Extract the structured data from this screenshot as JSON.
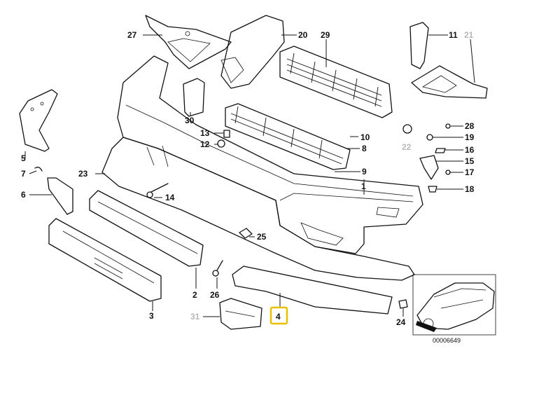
{
  "callouts": {
    "c27": "27",
    "c20": "20",
    "c29": "29",
    "c11": "11",
    "c21": "21",
    "c30": "30",
    "c13": "13",
    "c12": "12",
    "c10": "10",
    "c8": "8",
    "c28": "28",
    "c19": "19",
    "c22": "22",
    "c16": "16",
    "c15": "15",
    "c17": "17",
    "c5": "5",
    "c7": "7",
    "c6": "6",
    "c23": "23",
    "c9": "9",
    "c1": "1",
    "c18": "18",
    "c14": "14",
    "c25": "25",
    "c2": "2",
    "c26": "26",
    "c3": "3",
    "c31": "31",
    "c4": "4",
    "c24": "24"
  },
  "diagram_code": "00006649",
  "colors": {
    "highlight": "#e8c000",
    "inactive_callout": "#b8b8b8",
    "line": "#111111"
  }
}
